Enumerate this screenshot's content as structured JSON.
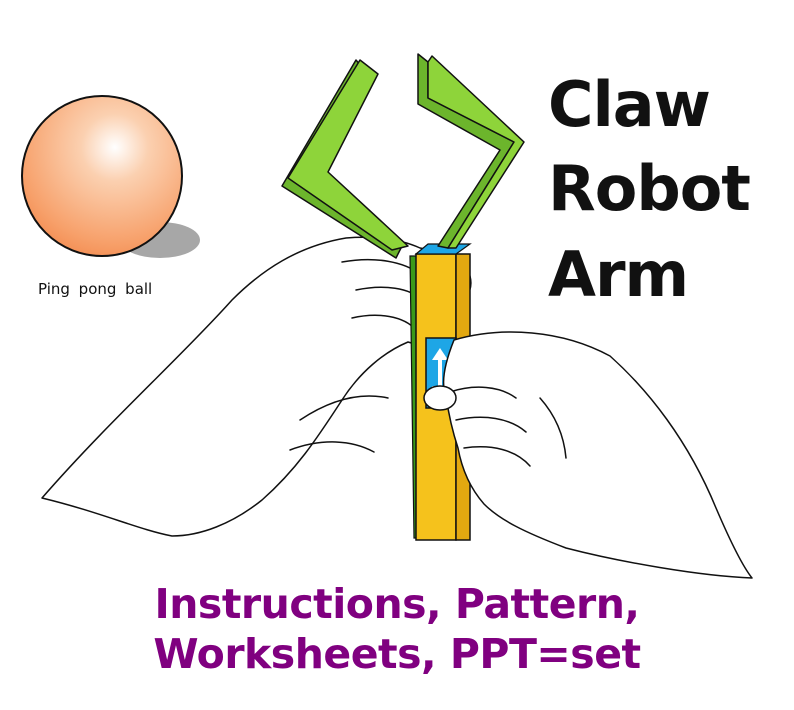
{
  "title": {
    "line1": "Claw",
    "line2": "Robot",
    "line3": "Arm"
  },
  "ball": {
    "caption": "Ping pong ball"
  },
  "footer": {
    "line1": "Instructions, Pattern,",
    "line2": "Worksheets, PPT=set"
  },
  "colors": {
    "ball": "#f7a06a",
    "claw": "#8ed43a",
    "arm": "#f5c21c",
    "slider": "#1ea6e6",
    "subtitle": "#800080"
  }
}
